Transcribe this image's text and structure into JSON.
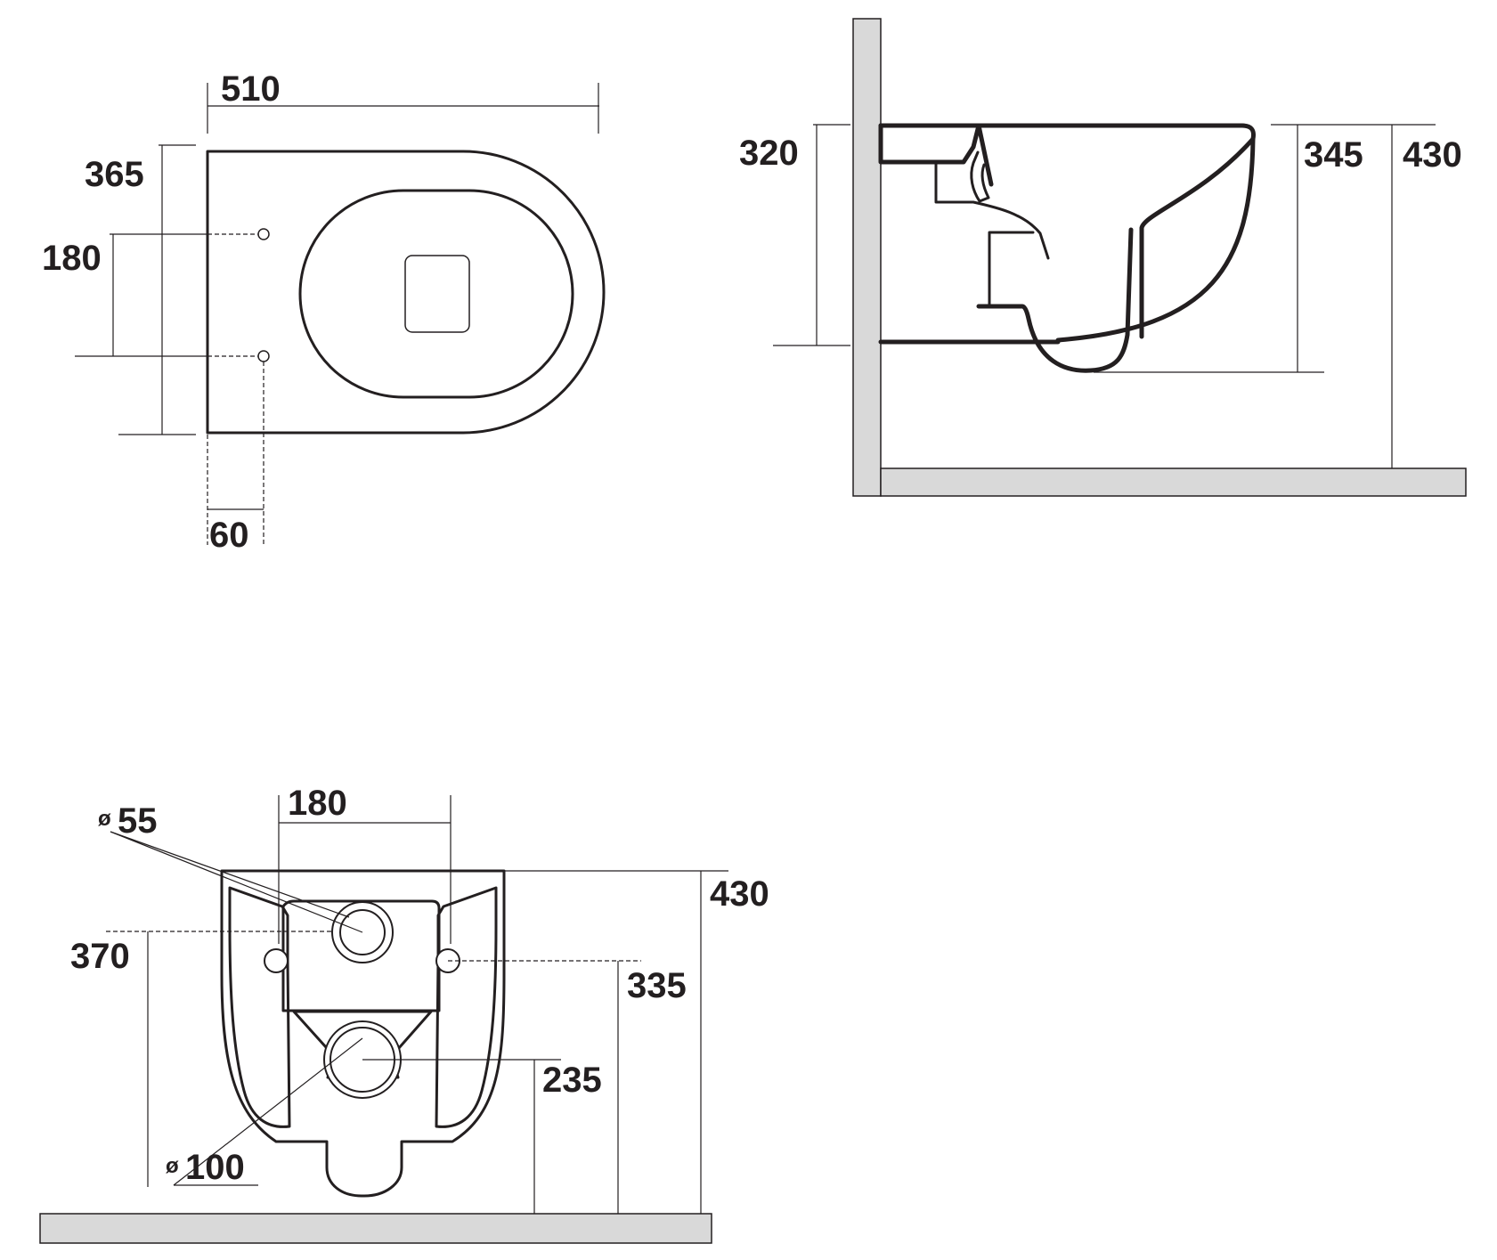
{
  "top_view": {
    "width": "510",
    "depth": "365",
    "fixing_spacing": "180",
    "fixing_offset": "60"
  },
  "side_view": {
    "top_height_wall": "320",
    "outlet_height": "345",
    "total_height": "430"
  },
  "rear_view": {
    "inlet_diameter_symbol": "ø",
    "inlet_diameter": "55",
    "fixing_spacing": "180",
    "total_height": "430",
    "inlet_height": "370",
    "fixing_height": "335",
    "outlet_height": "235",
    "outlet_diameter_symbol": "ø",
    "outlet_diameter": "100"
  },
  "colors": {
    "line": "#231f20",
    "wall_fill": "#d9d9d9",
    "background": "#ffffff"
  }
}
